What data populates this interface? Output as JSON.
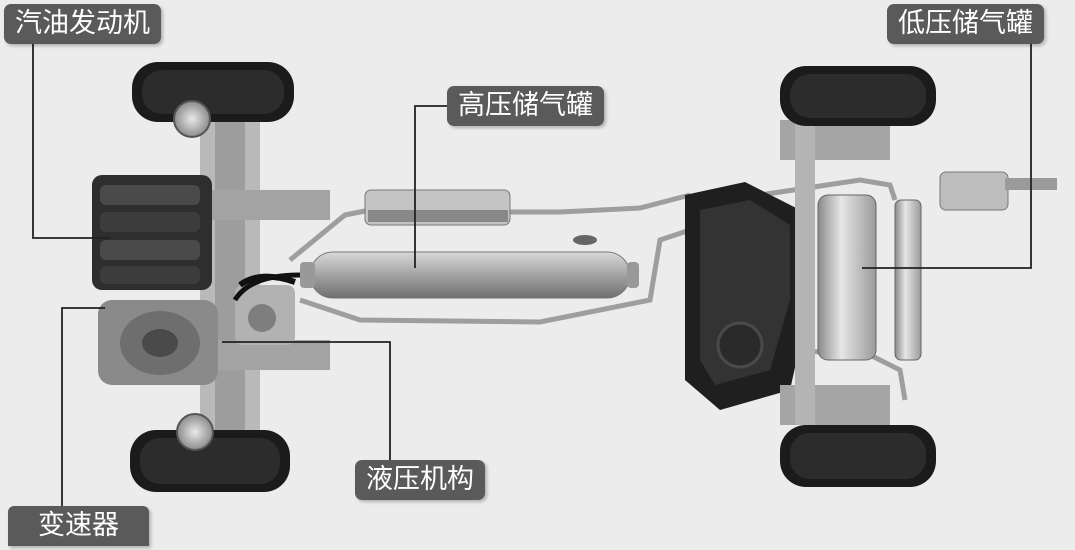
{
  "labels": {
    "engine": "汽油发动机",
    "high_pressure_tank": "高压储气罐",
    "low_pressure_tank": "低压储气罐",
    "hydraulic_mechanism": "液压机构",
    "transmission": "变速器"
  },
  "colors": {
    "label_background": "#5a5a5a",
    "label_text": "#ffffff",
    "leader_line": "#222222",
    "background": "#ececec"
  }
}
